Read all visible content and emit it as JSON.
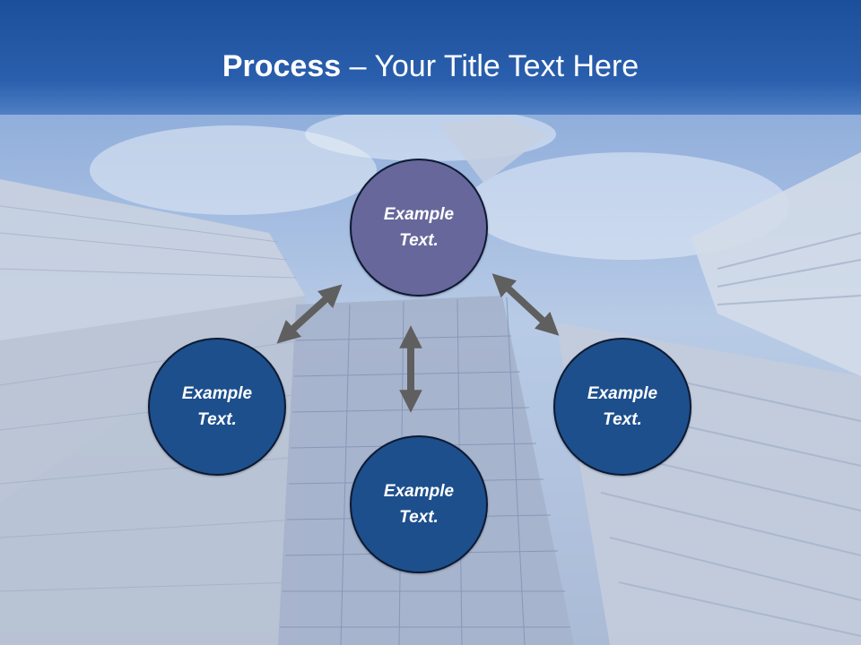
{
  "slide": {
    "title_bold": "Process",
    "title_rest": " – Your Title Text Here"
  },
  "colors": {
    "title_bar": "#1c4f9b",
    "center_node": "#67679b",
    "outer_node": "#1d4f8c",
    "arrow": "#5f5f5f"
  },
  "nodes": {
    "top": {
      "line1": "Example",
      "line2": "Text."
    },
    "left": {
      "line1": "Example",
      "line2": "Text."
    },
    "right": {
      "line1": "Example",
      "line2": "Text."
    },
    "bottom": {
      "line1": "Example",
      "line2": "Text."
    }
  }
}
